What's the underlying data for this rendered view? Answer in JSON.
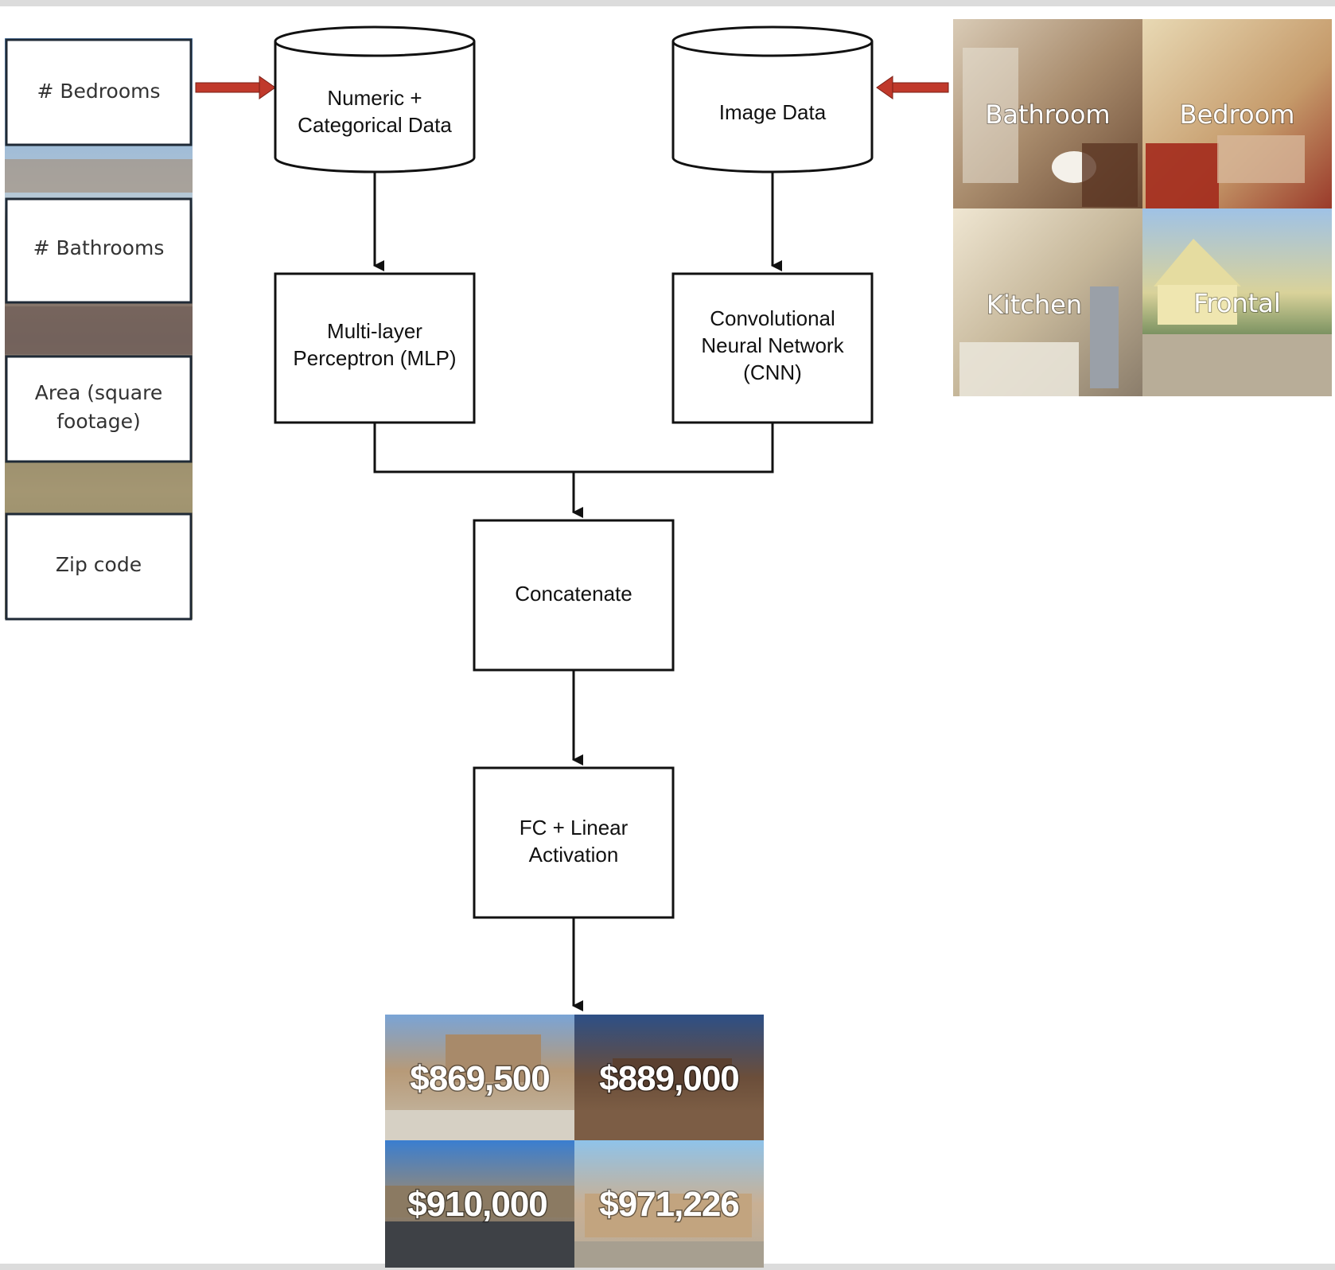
{
  "features": {
    "bedrooms": "# Bedrooms",
    "bathrooms": "# Bathrooms",
    "area_line1": "Area (square",
    "area_line2": "footage)",
    "zip": "Zip code"
  },
  "nodes": {
    "numeric_line1": "Numeric +",
    "numeric_line2": "Categorical Data",
    "image_data": "Image Data",
    "mlp_line1": "Multi-layer",
    "mlp_line2": "Perceptron (MLP)",
    "cnn_line1": "Convolutional",
    "cnn_line2": "Neural Network",
    "cnn_line3": "(CNN)",
    "concatenate": "Concatenate",
    "fc_line1": "FC + Linear",
    "fc_line2": "Activation"
  },
  "photo_labels": {
    "bathroom": "Bathroom",
    "bedroom": "Bedroom",
    "kitchen": "Kitchen",
    "frontal": "Frontal"
  },
  "prices": {
    "p1": "$869,500",
    "p2": "$889,000",
    "p3": "$910,000",
    "p4": "$971,226"
  },
  "colors": {
    "arrow_red": "#c0392b",
    "line": "#111111"
  }
}
